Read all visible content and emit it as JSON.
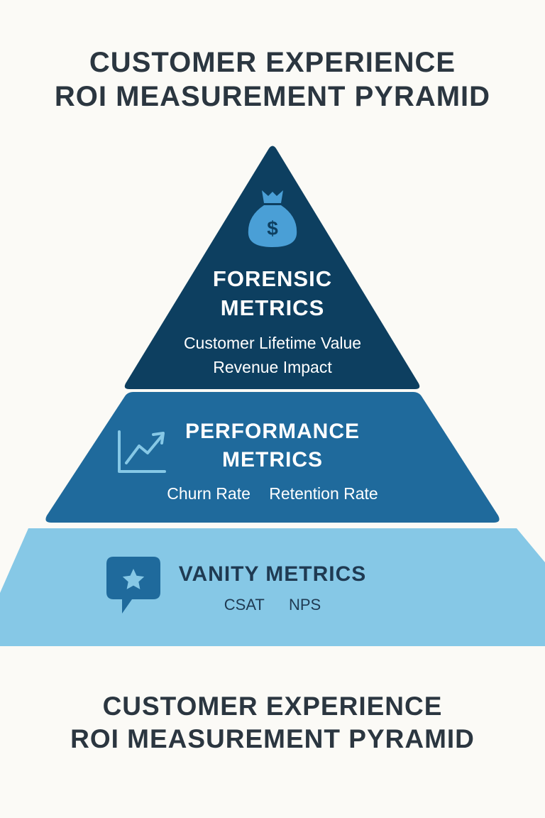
{
  "title": {
    "line1": "CUSTOMER EXPERIENCE",
    "line2": "ROI MEASUREMENT PYRAMID"
  },
  "footer_title": {
    "line1": "CUSTOMER EXPERIENCE",
    "line2": "ROI MEASUREMENT PYRAMID"
  },
  "pyramid": {
    "tiers": [
      {
        "heading_line1": "FORENSIC",
        "heading_line2": "METRICS",
        "metrics": [
          "Customer Lifetime Value",
          "Revenue Impact"
        ],
        "icon": "money-bag-icon",
        "color": "#0d3f60"
      },
      {
        "heading_line1": "PERFORMANCE",
        "heading_line2": "METRICS",
        "metrics": [
          "Churn Rate",
          "Retention Rate"
        ],
        "icon": "trending-chart-icon",
        "color": "#1f6a9c"
      },
      {
        "heading_line1": "VANITY METRICS",
        "metrics": [
          "CSAT",
          "NPS"
        ],
        "icon": "star-speech-bubble-icon",
        "color": "#86c8e6"
      }
    ]
  }
}
